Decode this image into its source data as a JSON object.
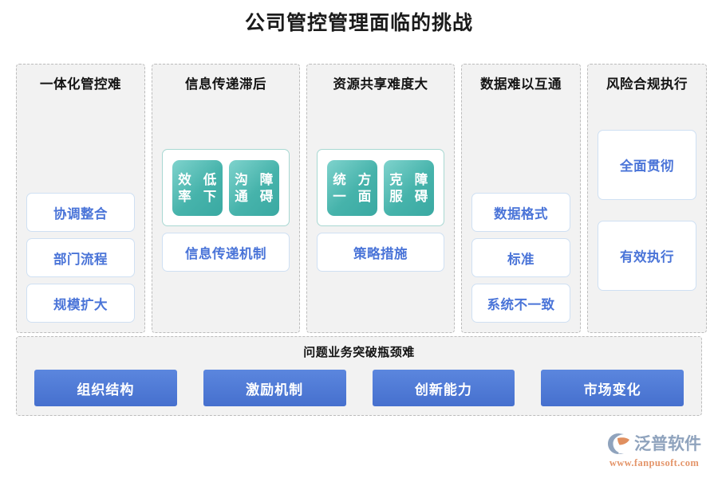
{
  "title": "公司管控管理面临的挑战",
  "colors": {
    "title_text": "#1b1b1b",
    "panel_bg": "#f2f2f2",
    "panel_border": "#bcbcbc",
    "blue_text": "#4a74d8",
    "blue_box": "#4670ce",
    "teal_chip": "#46b3ab",
    "logo_text": "#8fa3bd",
    "logo_url": "#e4956a"
  },
  "columns": [
    {
      "title": "一体化管控难",
      "boxes": [
        {
          "label": "协调整合"
        },
        {
          "label": "部门流程"
        },
        {
          "label": "规模扩大"
        }
      ]
    },
    {
      "title": "信息传递滞后",
      "group": {
        "chips": [
          {
            "line1": "效率",
            "line2": "低下"
          },
          {
            "line1": "沟通",
            "line2": "障碍"
          }
        ]
      },
      "boxes": [
        {
          "label": "信息传递机制"
        }
      ]
    },
    {
      "title": "资源共享难度大",
      "group": {
        "chips": [
          {
            "line1": "统一",
            "line2": "方面"
          },
          {
            "line1": "克服",
            "line2": "障碍"
          }
        ]
      },
      "boxes": [
        {
          "label": "策略措施"
        }
      ]
    },
    {
      "title": "数据难以互通",
      "boxes": [
        {
          "label": "数据格式"
        },
        {
          "label": "标准"
        },
        {
          "label": "系统不一致"
        }
      ]
    },
    {
      "title": "风险合规执行",
      "boxes": [
        {
          "label": "全面贯彻"
        },
        {
          "label": "有效执行"
        }
      ]
    }
  ],
  "bottom": {
    "title": "问题业务突破瓶颈难",
    "boxes": [
      {
        "label": "组织结构"
      },
      {
        "label": "激励机制"
      },
      {
        "label": "创新能力"
      },
      {
        "label": "市场变化"
      }
    ]
  },
  "logo": {
    "name": "泛普软件",
    "url": "www.fanpusoft.com"
  }
}
